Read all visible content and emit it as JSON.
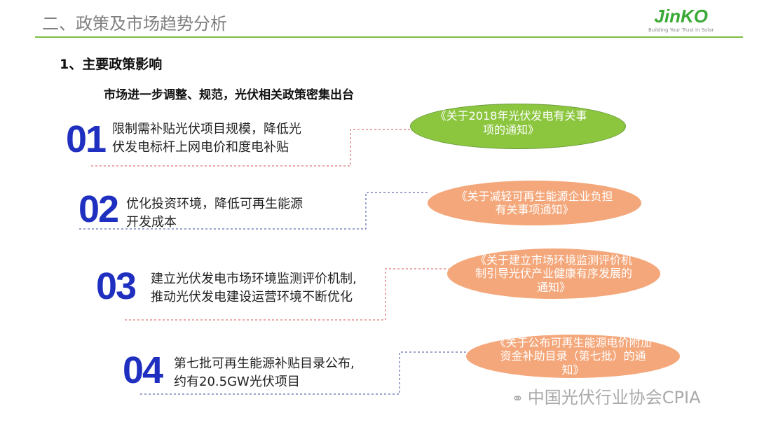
{
  "header": {
    "title": "二、政策及市场趋势分析",
    "logo": "JinKO",
    "logo_tagline": "Building Your Trust in Solar"
  },
  "section": "1、主要政策影响",
  "subtitle": "市场进一步调整、规范，光伏相关政策密集出台",
  "items": [
    {
      "num": "01",
      "line1": "限制需补贴光伏项目规模，降低光",
      "line2": "伏发电标杆上网电价和度电补贴",
      "policy": "《关于2018年光伏发电有关事项的通知》",
      "color": "#8cc63f"
    },
    {
      "num": "02",
      "line1": "优化投资环境，降低可再生能源",
      "line2": "开发成本",
      "policy": "《关于减轻可再生能源企业负担有关事项通知》",
      "color": "#f4a77a"
    },
    {
      "num": "03",
      "line1": "建立光伏发电市场环境监测评价机制,",
      "line2": "推动光伏发电建设运营环境不断优化",
      "policy": "《关于建立市场环境监测评价机制引导光伏产业健康有序发展的通知》",
      "color": "#f4a77a"
    },
    {
      "num": "04",
      "line1": "第七批可再生能源补贴目录公布,",
      "line2": "约有20.5GW光伏项目",
      "policy": "《关于公布可再生能源电价附加资金补助目录（第七批）的通知》",
      "color": "#f4a77a"
    }
  ],
  "watermark": "中国光伏行业协会CPIA"
}
